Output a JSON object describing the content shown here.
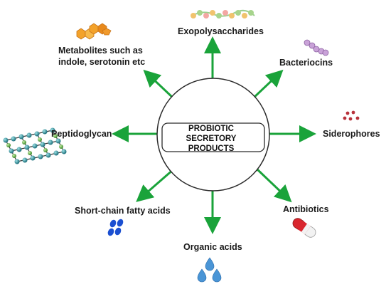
{
  "center": {
    "line1": "PROBIOTIC SECRETORY",
    "line2": "PRODUCTS"
  },
  "products": [
    {
      "id": "exopolysaccharides",
      "label": "Exopolysaccharides",
      "icon": "polysaccharide-chain-icon"
    },
    {
      "id": "bacteriocins",
      "label": "Bacteriocins",
      "icon": "peptide-chain-icon"
    },
    {
      "id": "siderophores",
      "label": "Siderophores",
      "icon": "dots-cluster-icon"
    },
    {
      "id": "antibiotics",
      "label": "Antibiotics",
      "icon": "capsule-icon"
    },
    {
      "id": "organic-acids",
      "label": "Organic acids",
      "icon": "droplets-icon"
    },
    {
      "id": "scfa",
      "label": "Short-chain fatty acids",
      "icon": "blue-particles-icon"
    },
    {
      "id": "peptidoglycan",
      "label": "Peptidoglycan",
      "icon": "lattice-icon"
    },
    {
      "id": "metabolites",
      "label_line1": "Metabolites such as",
      "label_line2": "indole, serotonin etc",
      "icon": "hexagon-rings-icon"
    }
  ],
  "colors": {
    "arrow": "#1aa33a",
    "circle_stroke": "#2b2b2b",
    "hexagon_orange": "#f3a22a",
    "siderophore_red": "#b8323b",
    "droplet_blue": "#4a95d6",
    "scfa_blue": "#1b4fd1",
    "capsule_red": "#d9262e",
    "bacteriocin_purple": "#c9a2d8"
  }
}
